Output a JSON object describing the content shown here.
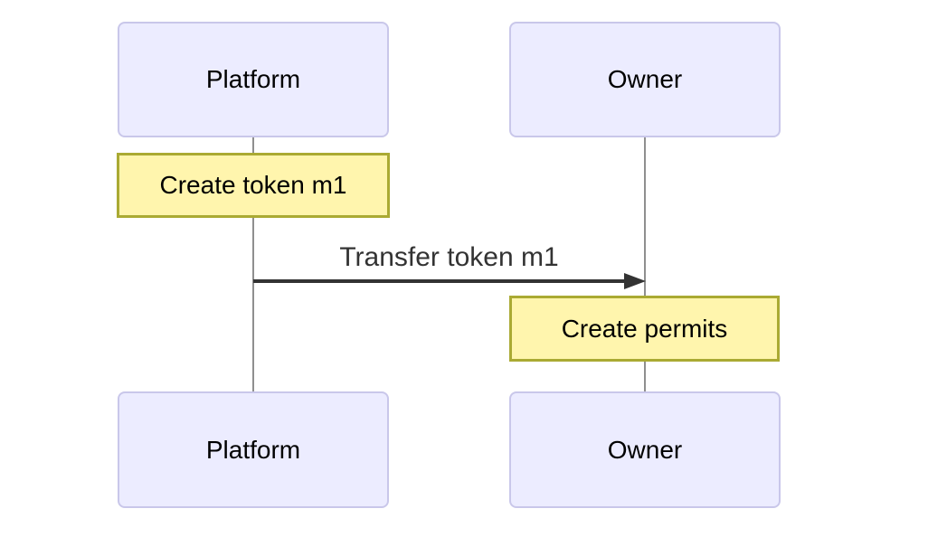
{
  "diagram": {
    "type": "sequence-diagram",
    "actors": [
      {
        "id": "platform",
        "label": "Platform"
      },
      {
        "id": "owner",
        "label": "Owner"
      }
    ],
    "notes": [
      {
        "over": "platform",
        "label": "Create token m1"
      },
      {
        "over": "owner",
        "label": "Create permits"
      }
    ],
    "messages": [
      {
        "from": "platform",
        "to": "owner",
        "label": "Transfer token m1",
        "arrow": "solid-filled-head"
      }
    ],
    "colors": {
      "background": "#FFFFFF",
      "actor_fill": "#ECECFF",
      "actor_border": "#C9C7EA",
      "note_fill": "#FFF5AD",
      "note_border": "#AAAA33",
      "lifeline": "#8F8F8F",
      "arrow": "#333333",
      "text": "#000000"
    }
  }
}
